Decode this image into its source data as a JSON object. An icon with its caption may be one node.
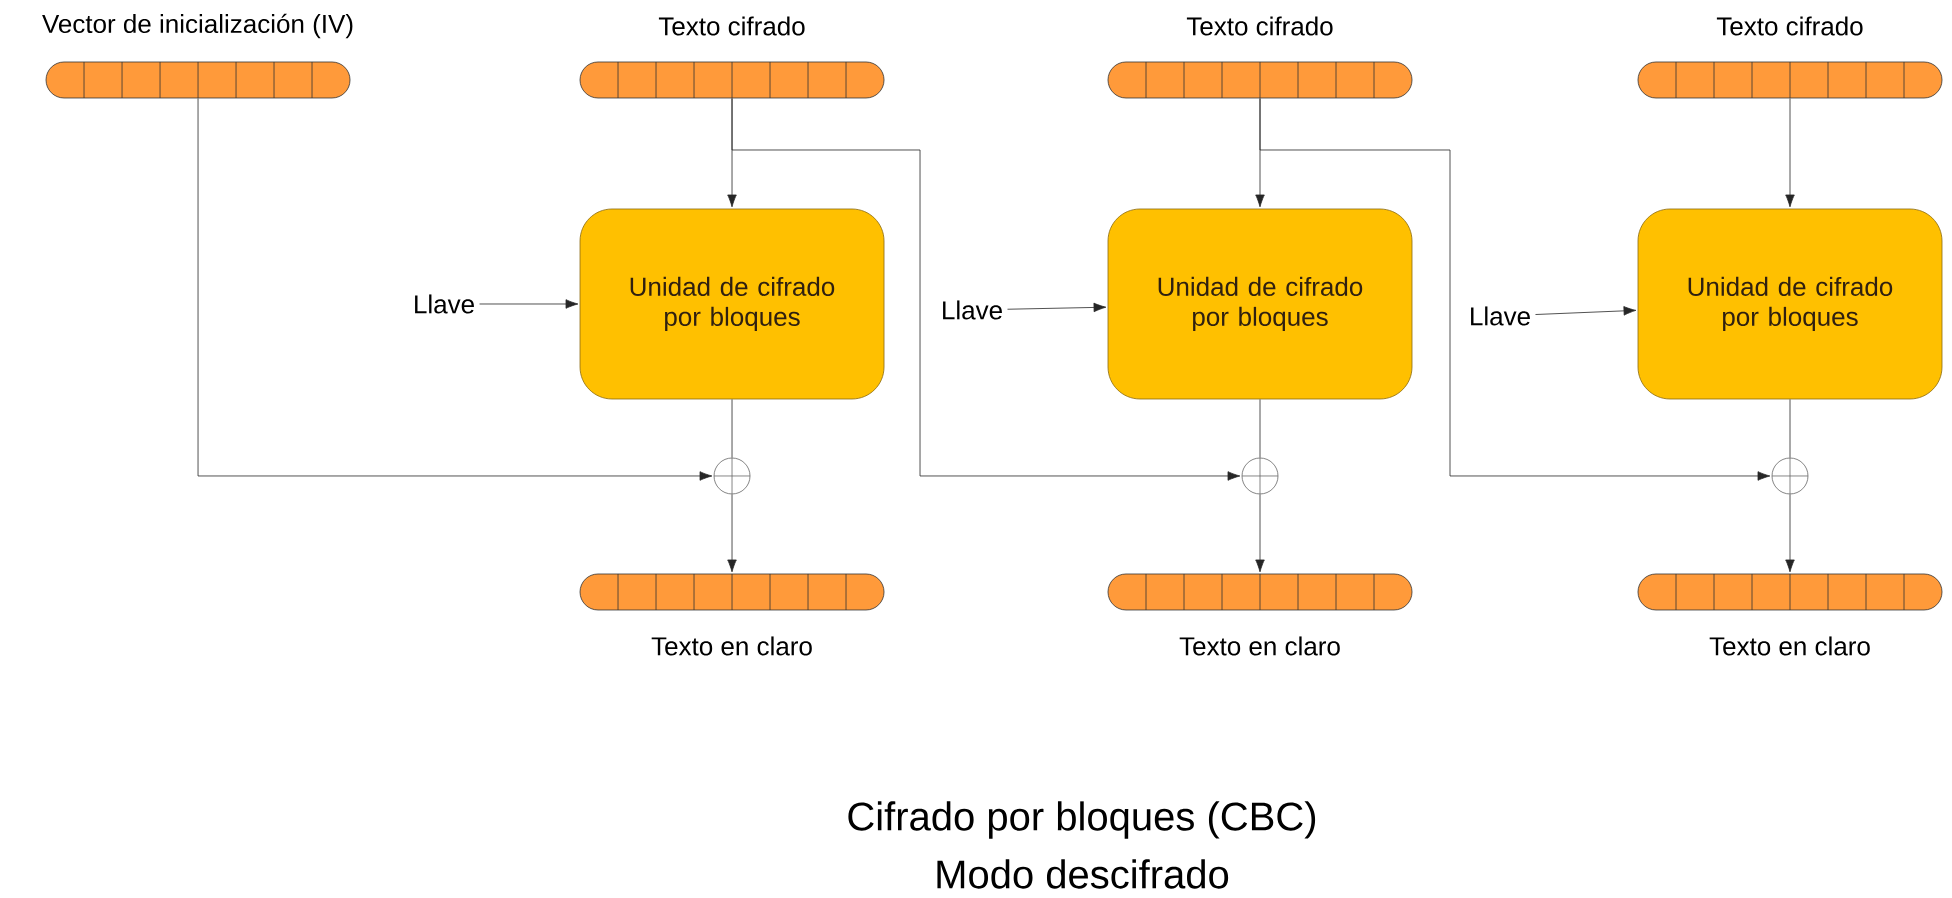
{
  "diagram": {
    "title": "Cifrado por bloques (CBC)",
    "caption": "Modo descifrado",
    "nodes": [
      {
        "text": [
          "Vector de inicialización (IV)"
        ]
      },
      {
        "text": [
          "Texto cifrado"
        ]
      },
      {
        "text": [
          "Texto cifrado"
        ]
      },
      {
        "text": [
          "Texto cifrado"
        ]
      },
      {
        "text": [
          "Llave"
        ]
      },
      {
        "text": [
          "Unidad de cifrado por bloques"
        ]
      },
      {
        "text": [
          "Llave"
        ]
      },
      {
        "text": [
          "Unidad de cifrado por bloques"
        ]
      },
      {
        "text": [
          "Llave"
        ]
      },
      {
        "text": [
          "Unidad de cifrado por bloques"
        ]
      },
      {
        "text": [],
        "shape": "circle"
      },
      {
        "text": [],
        "shape": "circle"
      },
      {
        "text": [],
        "shape": "circle"
      },
      {
        "text": [
          "Texto en claro"
        ]
      },
      {
        "text": [
          "Texto en claro"
        ]
      },
      {
        "text": [
          "Texto en claro"
        ]
      }
    ],
    "edges": [
      {
        "from": 1,
        "to": 5,
        "arrow": "to"
      },
      {
        "from": 4,
        "to": 5,
        "arrow": "to"
      },
      {
        "from": 5,
        "to": 10,
        "arrow": "none"
      },
      {
        "from": 0,
        "to": 10,
        "arrow": "to"
      },
      {
        "from": 10,
        "to": 13,
        "arrow": "to"
      },
      {
        "from": 2,
        "to": 7,
        "arrow": "to"
      },
      {
        "from": 6,
        "to": 7,
        "arrow": "to"
      },
      {
        "from": 7,
        "to": 11,
        "arrow": "none"
      },
      {
        "from": 1,
        "to": 11,
        "arrow": "to"
      },
      {
        "from": 11,
        "to": 14,
        "arrow": "to"
      },
      {
        "from": 3,
        "to": 9,
        "arrow": "to"
      },
      {
        "from": 8,
        "to": 9,
        "arrow": "to"
      },
      {
        "from": 9,
        "to": 12,
        "arrow": "none"
      },
      {
        "from": 2,
        "to": 12,
        "arrow": "to"
      },
      {
        "from": 12,
        "to": 15,
        "arrow": "to"
      }
    ]
  }
}
